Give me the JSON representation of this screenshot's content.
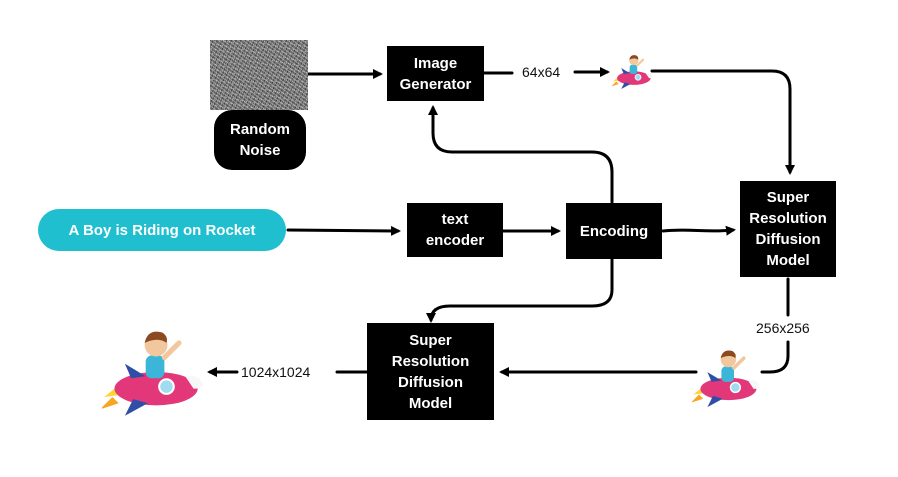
{
  "nodes": {
    "noise_label": "Random\nNoise",
    "image_generator": "Image\nGenerator",
    "prompt": "A Boy is Riding on Rocket",
    "text_encoder": "text\nencoder",
    "encoding": "Encoding",
    "sr_model_1": "Super\nResolution\nDiffusion\nModel",
    "sr_model_2": "Super\nResolution\nDiffusion\nModel"
  },
  "labels": {
    "res_64": "64x64",
    "res_256": "256x256",
    "res_1024": "1024x1024"
  },
  "illustrations": {
    "icon": "boy-riding-rocket-icon"
  },
  "colors": {
    "prompt_fill": "#1fbfcf",
    "box_fill": "#000000",
    "rocket_body": "#e2387a"
  }
}
